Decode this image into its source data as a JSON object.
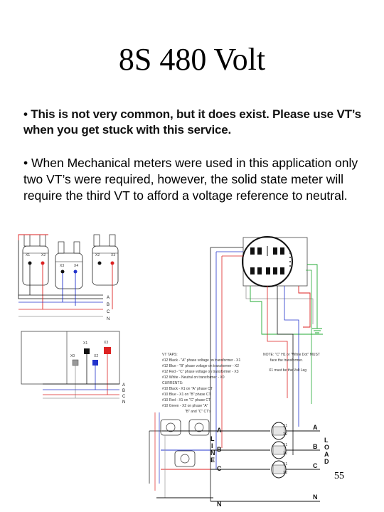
{
  "slide": {
    "title": "8S 480 Volt",
    "bullet1": "• This is not very common, but it does exist. Please use VT’s when you get stuck with this service.",
    "bullet2": "• When Mechanical meters were used in this application only two VT’s were required, however, the solid state meter will require the third VT to afford a voltage reference to neutral.",
    "page_number": "55"
  },
  "diagram": {
    "vt_labels": [
      "X1",
      "X2",
      "X3",
      "X4",
      "X2",
      "X3"
    ],
    "upper_phase_labels": [
      "A",
      "B",
      "C",
      "N"
    ],
    "lower_phase_labels": [
      "A",
      "B",
      "C",
      "N"
    ],
    "switch_terminals": [
      "X1",
      "X3",
      "X0",
      "X2"
    ],
    "vt_taps_title": "VT TAPS:",
    "vt_taps": [
      "#12 Black - \"A\" phase voltage on transformer - X1",
      "#12 Blue - \"B\" phase voltage on transformer - X2",
      "#12 Red - \"C\" phase voltage on transformer - X3",
      "#12 White - Neutral on transformer - X0"
    ],
    "currents_title": "CURRENTS:",
    "currents": [
      "#10 Black - X1 on \"A\" phase CT",
      "#10 Blue - X1 on \"B\" phase CT",
      "#10 Red - X1 on \"C\" phase CT",
      "#10 Green - X2 on phase \"A\"",
      "\"B\" and \"C\" CT's"
    ],
    "note": [
      "NOTE: \"C\" H1 or \"White Dot\" MUST",
      "face the transformer.",
      "X1 must be the Volt Leg"
    ],
    "line_phase_labels": [
      "A",
      "B",
      "C",
      "N"
    ],
    "line_label": [
      "L",
      "I",
      "N",
      "E"
    ],
    "load_label": [
      "L",
      "O",
      "A",
      "D"
    ],
    "ct_terminals": [
      "X1",
      "X2",
      "X1",
      "X2",
      "X1",
      "X2"
    ],
    "load_phase_labels": [
      "A",
      "B",
      "C",
      "N"
    ],
    "wire_colors": {
      "black": "#111111",
      "blue": "#2233cc",
      "red": "#dd2222",
      "green": "#22aa33",
      "white": "#999999"
    }
  }
}
